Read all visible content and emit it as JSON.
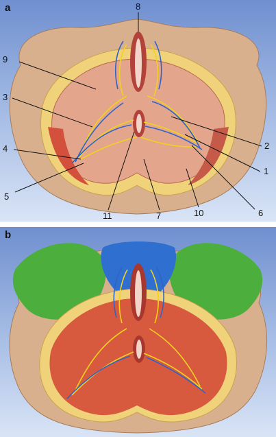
{
  "panels": [
    {
      "letter": "a",
      "labels": [
        "8",
        "9",
        "3",
        "4",
        "5",
        "11",
        "7",
        "10",
        "6",
        "1",
        "2"
      ]
    },
    {
      "letter": "b"
    }
  ],
  "colors": {
    "background_top": "#6f8fcf",
    "background_bottom": "#d9e4f6",
    "skin": "#d9b08e",
    "fat": "#f0d27a",
    "muscle": "#d2503c",
    "nerve": "#f2d21e",
    "vein": "#2f63c7",
    "region_green": "#4cae3c",
    "region_blue": "#2e6fcf"
  },
  "icons": [
    "anatomical-illustration"
  ]
}
